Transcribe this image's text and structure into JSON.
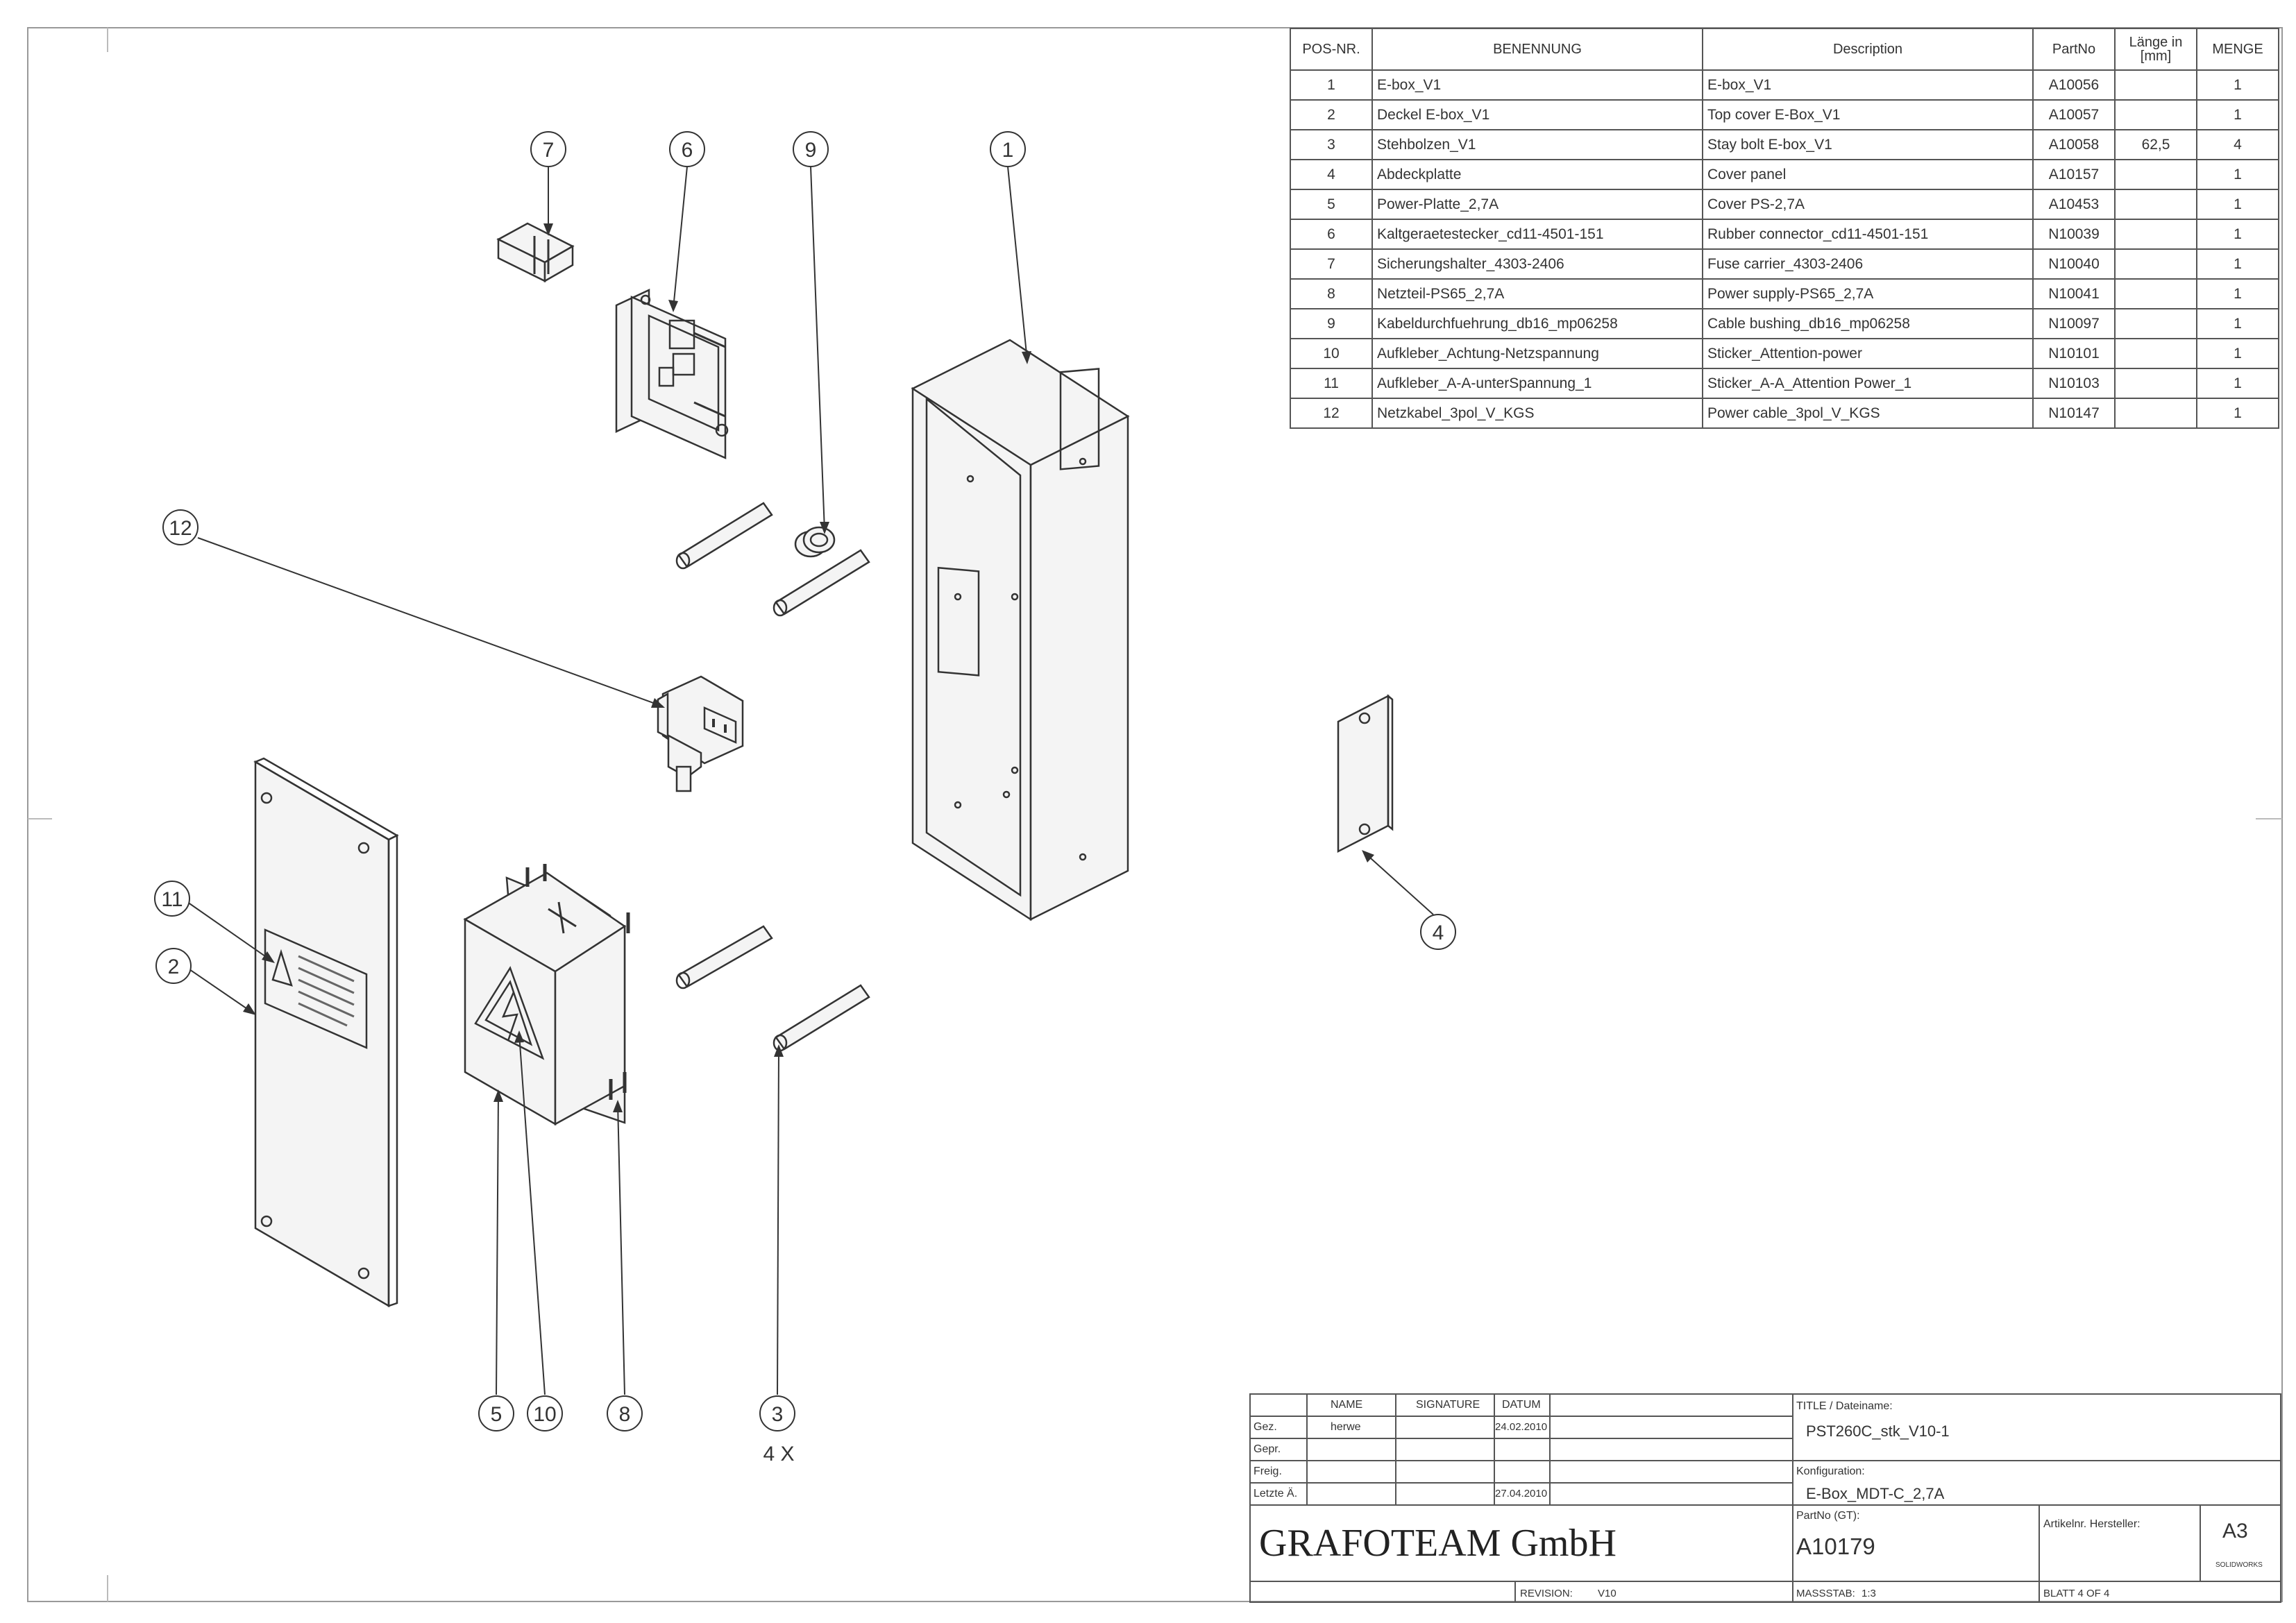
{
  "bom": {
    "headers": [
      "POS-NR.",
      "BENENNUNG",
      "Description",
      "PartNo",
      "Länge in [mm]",
      "MENGE"
    ],
    "rows": [
      [
        "1",
        "E-box_V1",
        "E-box_V1",
        "A10056",
        "",
        "1"
      ],
      [
        "2",
        "Deckel E-box_V1",
        "Top cover E-Box_V1",
        "A10057",
        "",
        "1"
      ],
      [
        "3",
        "Stehbolzen_V1",
        "Stay bolt E-box_V1",
        "A10058",
        "62,5",
        "4"
      ],
      [
        "4",
        "Abdeckplatte",
        "Cover panel",
        "A10157",
        "",
        "1"
      ],
      [
        "5",
        "Power-Platte_2,7A",
        "Cover PS-2,7A",
        "A10453",
        "",
        "1"
      ],
      [
        "6",
        "Kaltgeraetestecker_cd11-4501-151",
        "Rubber connector_cd11-4501-151",
        "N10039",
        "",
        "1"
      ],
      [
        "7",
        "Sicherungshalter_4303-2406",
        "Fuse carrier_4303-2406",
        "N10040",
        "",
        "1"
      ],
      [
        "8",
        "Netzteil-PS65_2,7A",
        "Power supply-PS65_2,7A",
        "N10041",
        "",
        "1"
      ],
      [
        "9",
        "Kabeldurchfuehrung_db16_mp06258",
        "Cable bushing_db16_mp06258",
        "N10097",
        "",
        "1"
      ],
      [
        "10",
        "Aufkleber_Achtung-Netzspannung",
        "Sticker_Attention-power",
        "N10101",
        "",
        "1"
      ],
      [
        "11",
        "Aufkleber_A-A-unterSpannung_1",
        "Sticker_A-A_Attention Power_1",
        "N10103",
        "",
        "1"
      ],
      [
        "12",
        "Netzkabel_3pol_V_KGS",
        "Power cable_3pol_V_KGS",
        "N10147",
        "",
        "1"
      ]
    ]
  },
  "balloons": [
    {
      "label": "7"
    },
    {
      "label": "6"
    },
    {
      "label": "9"
    },
    {
      "label": "1"
    },
    {
      "label": "12"
    },
    {
      "label": "11"
    },
    {
      "label": "2"
    },
    {
      "label": "4"
    },
    {
      "label": "5"
    },
    {
      "label": "10"
    },
    {
      "label": "8"
    },
    {
      "label": "3"
    }
  ],
  "quantity_note": "4 X",
  "title_block": {
    "col_name": "NAME",
    "col_signature": "SIGNATURE",
    "col_date": "DATUM",
    "row_gez": "Gez.",
    "row_gepr": "Gepr.",
    "row_freig": "Freig.",
    "row_letzte": "Letzte Ä.",
    "gez_name": "herwe",
    "gez_date": "24.02.2010",
    "letzte_date": "27.04.2010",
    "title_label": "TITLE / Dateiname:",
    "title_value": "PST260C_stk_V10-1",
    "config_label": "Konfiguration:",
    "config_value": "E-Box_MDT-C_2,7A",
    "partno_label": "PartNo (GT):",
    "partno_value": "A10179",
    "artikel_label": "Artikelnr. Hersteller:",
    "size": "A3",
    "software": "SOLIDWORKS",
    "company": "GRAFOTEAM GmbH",
    "revision_label": "REVISION:",
    "revision_value": "V10",
    "scale_label": "MASSSTAB:",
    "scale_value": "1:3",
    "sheet_label": "BLATT 4 OF 4"
  }
}
